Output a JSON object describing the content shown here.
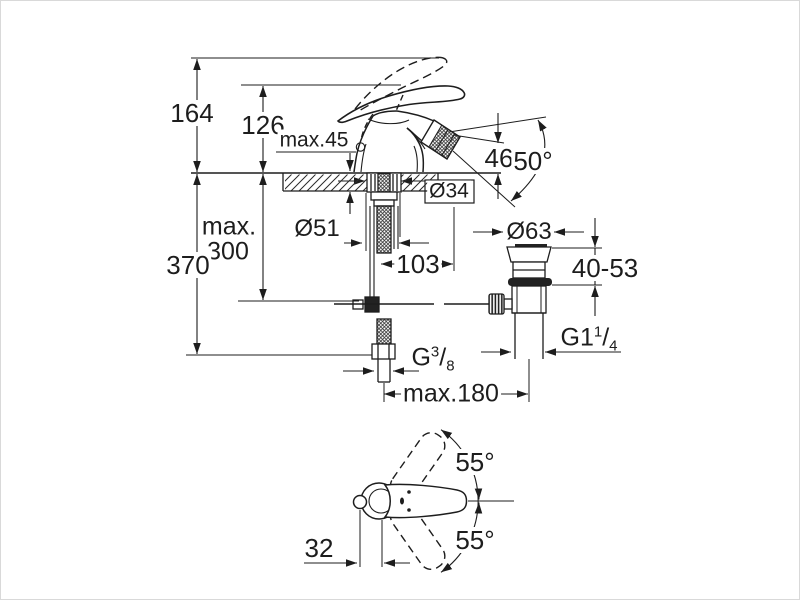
{
  "frame": {
    "background": "#ffffff",
    "line_color": "#1d1d1d"
  },
  "front_view": {
    "labels": {
      "overall_height": "164",
      "handle_height": "126",
      "deck_thickness_max": "max.45",
      "outlet_height": "46",
      "jet_angle": "50°",
      "hole_diameter": "Ø34",
      "base_diameter": "Ø51",
      "riser_max_line1": "max.",
      "riser_max_line2": "300",
      "below_deck_depth": "370",
      "spout_reach": "103",
      "waste_flange_diameter": "Ø63",
      "waste_deck_range": "40-53",
      "waste_thread_base": "G1",
      "waste_thread_numerator": "1",
      "waste_thread_denominator": "4",
      "supply_thread_base": "G",
      "supply_thread_numerator": "3",
      "supply_thread_denominator": "8",
      "fraction_slash": "/",
      "centre_distance_max": "max.180"
    }
  },
  "top_view": {
    "labels": {
      "handle_swing_upper": "55°",
      "handle_swing_lower": "55°",
      "handle_offset": "32"
    }
  }
}
